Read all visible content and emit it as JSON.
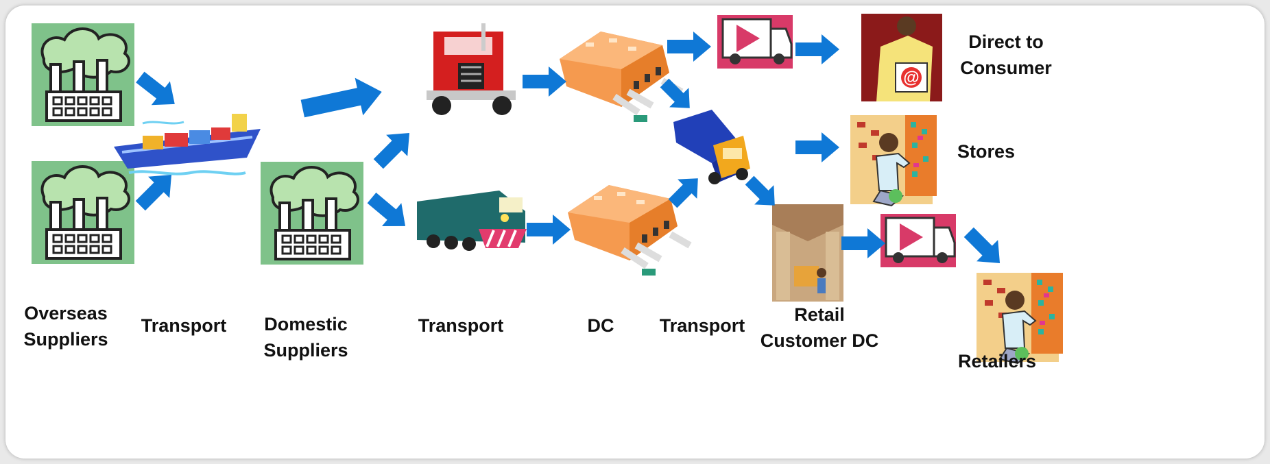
{
  "labels": {
    "overseas_suppliers": "Overseas\nSuppliers",
    "transport_1": "Transport",
    "domestic_suppliers": "Domestic\nSuppliers",
    "transport_2": "Transport",
    "dc": "DC",
    "transport_3": "Transport",
    "retail_customer_dc": "Retail\nCustomer DC",
    "retailers": "Retailers",
    "stores": "Stores",
    "direct_to_consumer": "Direct to\nConsumer"
  },
  "email_symbol": "@",
  "colors": {
    "arrow": "#0f78d6",
    "factory_bg": "#7fc28a",
    "smoke": "#b8e3ae",
    "warehouse": "#f59a4f",
    "truck_red": "#d41f1f",
    "train_teal": "#1f6b6b",
    "box_truck_blue": "#2140b8",
    "box_truck_cab": "#f2a81d",
    "delivery_panel": "#d83a68",
    "consumer_bg": "#8b1a1a",
    "warehouse_photo": "#c9a77f"
  }
}
